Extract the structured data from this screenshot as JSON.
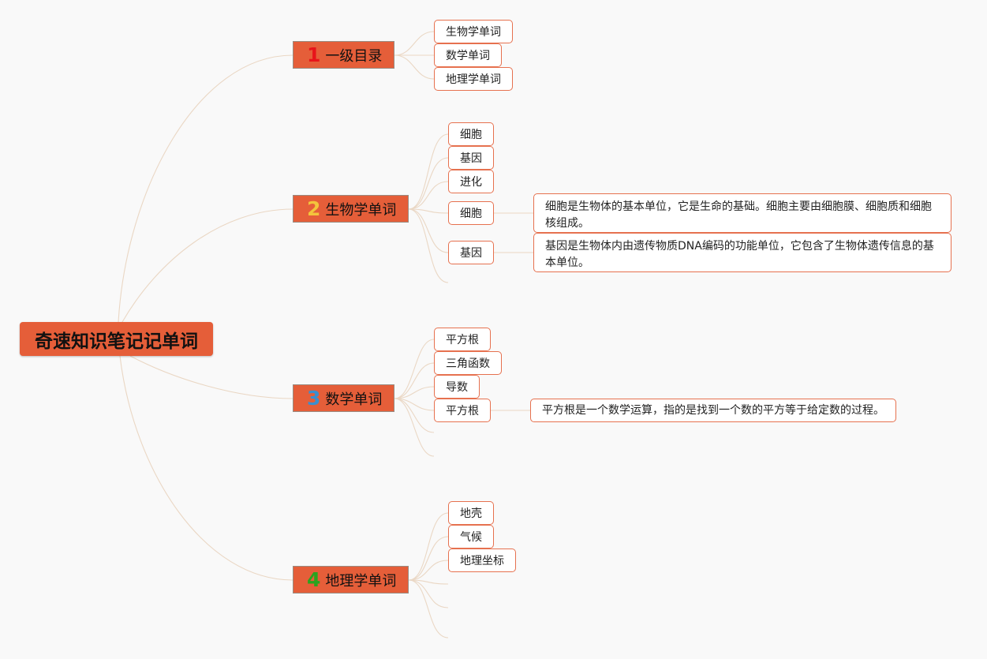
{
  "root": {
    "label": "奇速知识笔记记单词"
  },
  "branches": [
    {
      "number": "1",
      "label": "一级目录",
      "number_color": "#e8141a"
    },
    {
      "number": "2",
      "label": "生物学单词",
      "number_color": "#f3c43c"
    },
    {
      "number": "3",
      "label": "数学单词",
      "number_color": "#3b8fd0"
    },
    {
      "number": "4",
      "label": "地理学单词",
      "number_color": "#2aa31f"
    }
  ],
  "b1_items": [
    "生物学单词",
    "数学单词",
    "地理学单词"
  ],
  "b2_items": [
    "细胞",
    "基因",
    "进化",
    "细胞",
    "基因"
  ],
  "b2_notes": [
    "细胞是生物体的基本单位，它是生命的基础。细胞主要由细胞膜、细胞质和细胞核组成。",
    "基因是生物体内由遗传物质DNA编码的功能单位，它包含了生物体遗传信息的基本单位。"
  ],
  "b3_items": [
    "平方根",
    "三角函数",
    "导数",
    "平方根"
  ],
  "b3_notes": [
    "平方根是一个数学运算，指的是找到一个数的平方等于给定数的过程。"
  ],
  "b4_items": [
    "地壳",
    "气候",
    "地理坐标"
  ],
  "colors": {
    "node_fill": "#e55e39",
    "leaf_border": "#e6714f",
    "connector": "#ead7c4",
    "background": "#f9f9f9"
  }
}
